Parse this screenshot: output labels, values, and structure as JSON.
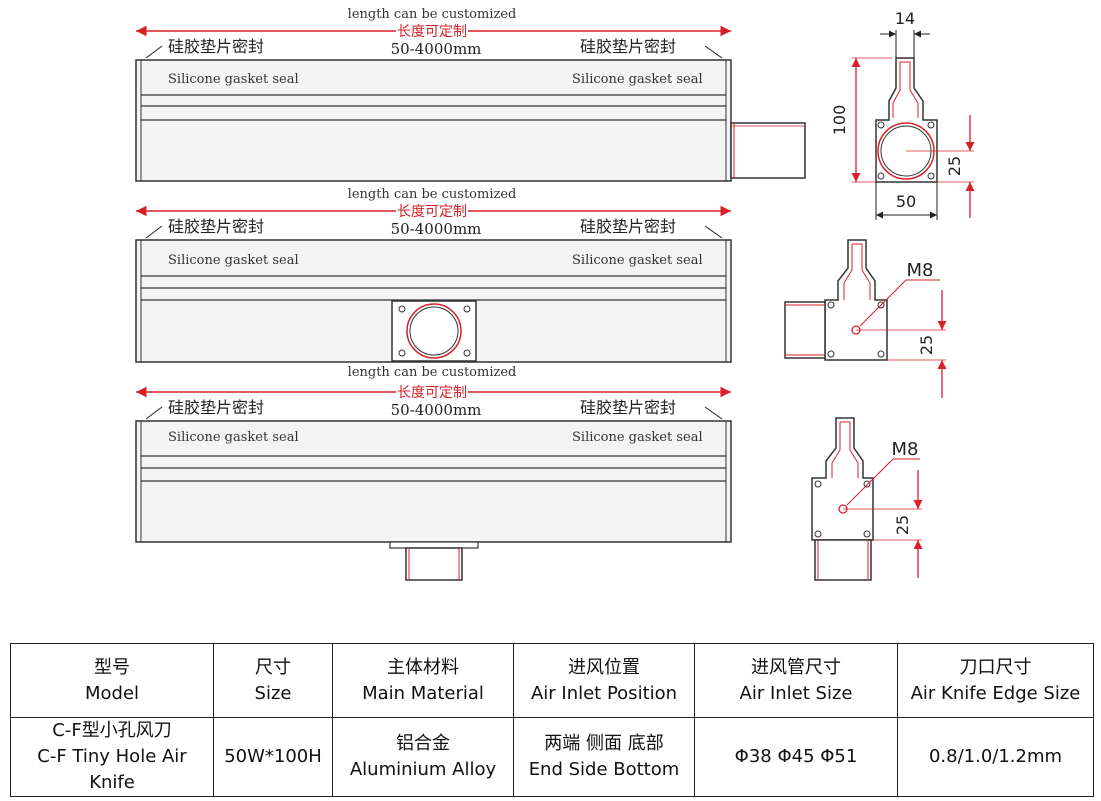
{
  "drawing": {
    "length_note_en": "length can be customized",
    "length_note_zh": "长度可定制",
    "length_range": "50-4000mm",
    "gasket_seal_zh": "硅胶垫片密封",
    "gasket_seal_en": "Silicone gasket seal",
    "dim_width_top": "14",
    "dim_height": "100",
    "dim_width_bottom": "50",
    "dim_inlet": "25",
    "thread_label": "M8"
  },
  "table": {
    "headers": [
      {
        "zh": "型号",
        "en": "Model"
      },
      {
        "zh": "尺寸",
        "en": "Size"
      },
      {
        "zh": "主体材料",
        "en": "Main Material"
      },
      {
        "zh": "进风位置",
        "en": "Air Inlet Position"
      },
      {
        "zh": "进风管尺寸",
        "en": "Air Inlet Size"
      },
      {
        "zh": "刀口尺寸",
        "en": "Air Knife Edge Size"
      }
    ],
    "row": {
      "model_zh": "C-F型小孔风刀",
      "model_en": "C-F Tiny Hole Air Knife",
      "size": "50W*100H",
      "material_zh": "铝合金",
      "material_en": "Aluminium Alloy",
      "position_zh": "两端 侧面 底部",
      "position_en": "End Side Bottom",
      "inlet_size": "Φ38 Φ45 Φ51",
      "edge_size": "0.8/1.0/1.2mm"
    }
  },
  "colors": {
    "dimension_red": "#d8202a",
    "line_dark": "#333333",
    "body_fill": "#f4f4f4"
  }
}
